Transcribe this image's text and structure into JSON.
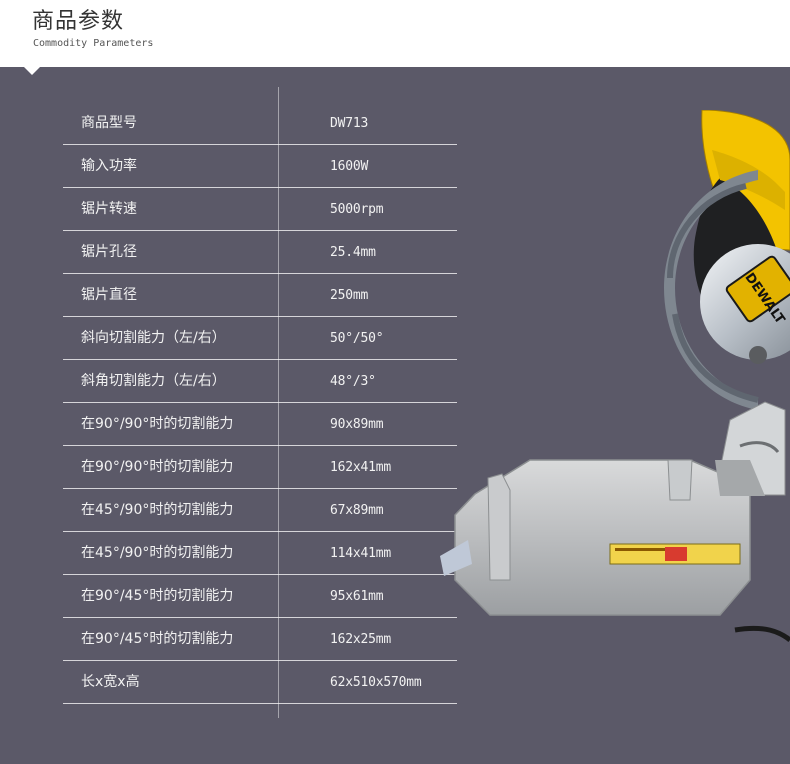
{
  "header": {
    "title": "商品参数",
    "subtitle": "Commodity Parameters"
  },
  "specs": [
    {
      "label": "商品型号",
      "value": "DW713"
    },
    {
      "label": "输入功率",
      "value": "1600W"
    },
    {
      "label": "锯片转速",
      "value": "5000rpm"
    },
    {
      "label": "锯片孔径",
      "value": "25.4mm"
    },
    {
      "label": "锯片直径",
      "value": "250mm"
    },
    {
      "label": "斜向切割能力（左/右）",
      "value": "50°/50°"
    },
    {
      "label": "斜角切割能力（左/右）",
      "value": "48°/3°"
    },
    {
      "label": "在90°/90°时的切割能力",
      "value": "90x89mm"
    },
    {
      "label": "在90°/90°时的切割能力",
      "value": "162x41mm"
    },
    {
      "label": "在45°/90°时的切割能力",
      "value": "67x89mm"
    },
    {
      "label": "在45°/90°时的切割能力",
      "value": "114x41mm"
    },
    {
      "label": "在90°/45°时的切割能力",
      "value": "95x61mm"
    },
    {
      "label": "在90°/45°时的切割能力",
      "value": "162x25mm"
    },
    {
      "label": "长x宽x高",
      "value": "62x510x570mm"
    }
  ],
  "product_image": {
    "brand_logo": "DEWALT",
    "icon": "miter-saw-image"
  },
  "colors": {
    "panel": "#5b5968",
    "header_text": "#333333",
    "table_text": "#f2f2f2",
    "accent": "#f4c300"
  }
}
